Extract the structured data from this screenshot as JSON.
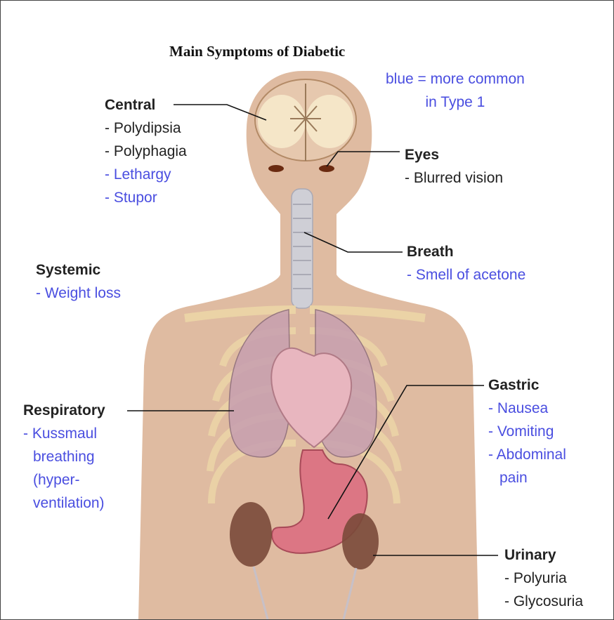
{
  "title": "Main Symptoms of Diabetic",
  "legend": {
    "line1": "blue = more common",
    "line2": "in Type 1"
  },
  "colors": {
    "type1_symptom": "#4a4ee0",
    "common_symptom": "#222222",
    "skin": "#dfbba1",
    "leader_line": "#111111"
  },
  "groups": {
    "central": {
      "heading": "Central",
      "items": [
        {
          "text": "- Polydipsia",
          "type1": false
        },
        {
          "text": "- Polyphagia",
          "type1": false
        },
        {
          "text": "- Lethargy",
          "type1": true
        },
        {
          "text": "- Stupor",
          "type1": true
        }
      ]
    },
    "eyes": {
      "heading": "Eyes",
      "items": [
        {
          "text": "- Blurred vision",
          "type1": false
        }
      ]
    },
    "breath": {
      "heading": "Breath",
      "items": [
        {
          "text": "- Smell of acetone",
          "type1": true
        }
      ]
    },
    "systemic": {
      "heading": "Systemic",
      "items": [
        {
          "text": "- Weight loss",
          "type1": true
        }
      ]
    },
    "respiratory": {
      "heading": "Respiratory",
      "items": [
        {
          "text": "- Kussmaul",
          "type1": true
        },
        {
          "text": "breathing",
          "type1": true
        },
        {
          "text": "(hyper-",
          "type1": true
        },
        {
          "text": "ventilation)",
          "type1": true
        }
      ]
    },
    "gastric": {
      "heading": "Gastric",
      "items": [
        {
          "text": "- Nausea",
          "type1": true
        },
        {
          "text": "- Vomiting",
          "type1": true
        },
        {
          "text": "- Abdominal",
          "type1": true
        },
        {
          "text": "pain",
          "type1": true
        }
      ]
    },
    "urinary": {
      "heading": "Urinary",
      "items": [
        {
          "text": "- Polyuria",
          "type1": false
        },
        {
          "text": "- Glycosuria",
          "type1": false
        }
      ]
    }
  }
}
